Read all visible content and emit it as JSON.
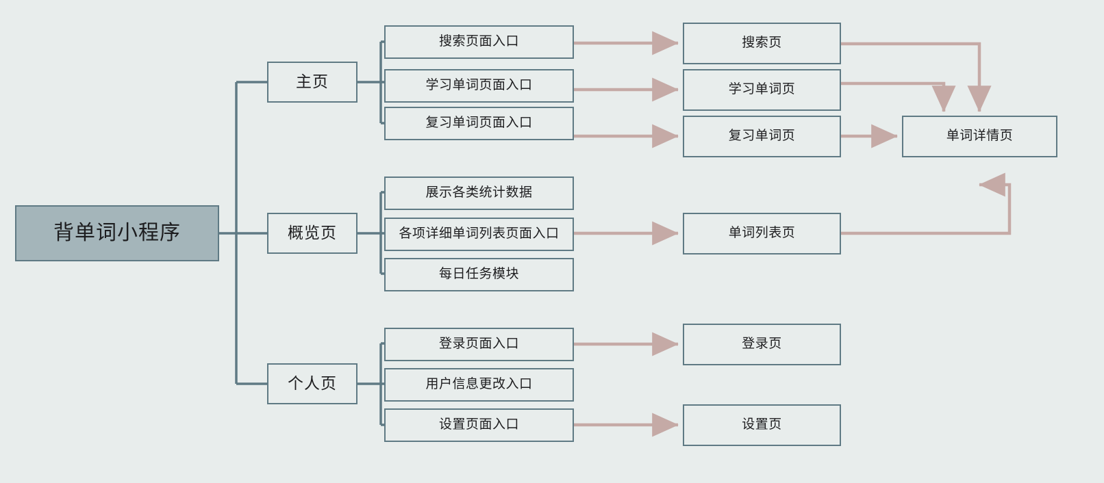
{
  "diagram": {
    "title": "背单词小程序",
    "type": "mindmap-flowchart",
    "colors": {
      "background": "#e8edec",
      "node_fill": "#e8edec",
      "node_border": "#5f7a84",
      "root_fill": "#a4b5ba",
      "tree_connector": "#5f7a84",
      "flow_arrow": "#c5aaa6",
      "text": "#1d1d1f"
    },
    "root": {
      "label": "背单词小程序"
    },
    "branches": [
      {
        "label": "主页",
        "items": [
          {
            "label": "搜索页面入口"
          },
          {
            "label": "学习单词页面入口"
          },
          {
            "label": "复习单词页面入口"
          }
        ]
      },
      {
        "label": "概览页",
        "items": [
          {
            "label": "展示各类统计数据"
          },
          {
            "label": "各项详细单词列表页面入口"
          },
          {
            "label": "每日任务模块"
          }
        ]
      },
      {
        "label": "个人页",
        "items": [
          {
            "label": "登录页面入口"
          },
          {
            "label": "用户信息更改入口"
          },
          {
            "label": "设置页面入口"
          }
        ]
      }
    ],
    "pages": [
      {
        "id": "search",
        "label": "搜索页"
      },
      {
        "id": "study",
        "label": "学习单词页"
      },
      {
        "id": "review",
        "label": "复习单词页"
      },
      {
        "id": "wordlist",
        "label": "单词列表页"
      },
      {
        "id": "login",
        "label": "登录页"
      },
      {
        "id": "settings",
        "label": "设置页"
      },
      {
        "id": "worddetail",
        "label": "单词详情页"
      }
    ],
    "flows": [
      {
        "from": "搜索页面入口",
        "to": "搜索页"
      },
      {
        "from": "学习单词页面入口",
        "to": "学习单词页"
      },
      {
        "from": "复习单词页面入口",
        "to": "复习单词页"
      },
      {
        "from": "各项详细单词列表页面入口",
        "to": "单词列表页"
      },
      {
        "from": "登录页面入口",
        "to": "登录页"
      },
      {
        "from": "设置页面入口",
        "to": "设置页"
      },
      {
        "from": "搜索页",
        "to": "单词详情页"
      },
      {
        "from": "学习单词页",
        "to": "单词详情页"
      },
      {
        "from": "复习单词页",
        "to": "单词详情页"
      },
      {
        "from": "单词列表页",
        "to": "单词详情页"
      }
    ]
  }
}
